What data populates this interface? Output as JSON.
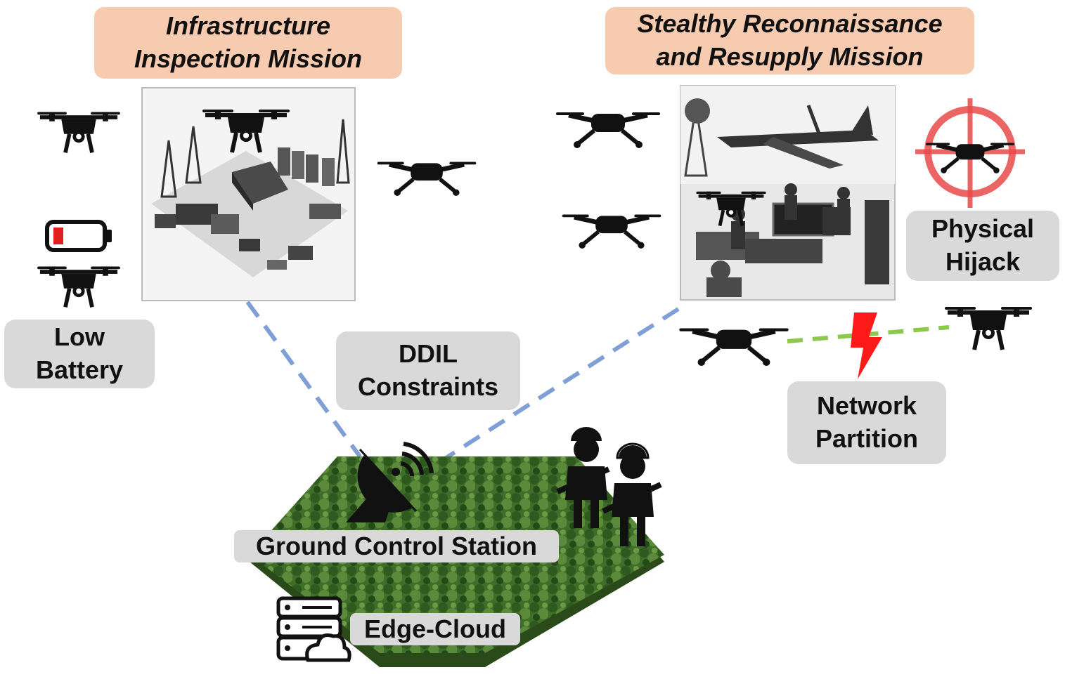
{
  "missions": {
    "infrastructure": {
      "line1": "Infrastructure",
      "line2": "Inspection Mission"
    },
    "stealthy": {
      "line1": "Stealthy Reconnaissance",
      "line2": "and Resupply Mission"
    }
  },
  "threats": {
    "low_battery": {
      "line1": "Low",
      "line2": "Battery"
    },
    "ddil": {
      "line1": "DDIL",
      "line2": "Constraints"
    },
    "physical_hijack": {
      "line1": "Physical",
      "line2": "Hijack"
    },
    "network_partition": {
      "line1": "Network",
      "line2": "Partition"
    }
  },
  "ground": {
    "station_label": "Ground Control Station",
    "edge_cloud_label": "Edge-Cloud"
  },
  "icons": {
    "drone": "drone-icon",
    "battery": "low-battery-icon",
    "crosshair": "crosshair-icon",
    "lightning": "lightning-icon",
    "dish": "satellite-dish-icon",
    "soldiers": "soldiers-icon",
    "server": "server-cloud-icon"
  },
  "colors": {
    "peach_label": "#f7cbb0",
    "grey_label": "#d9d9d9",
    "link_dashed": "#7f9fd6",
    "partition_link": "#8cc94a",
    "hijack_red": "#e84a4a",
    "battery_red": "#e02020",
    "lightning_red": "#ff1a1a",
    "forest_green": "#3f6e2a"
  }
}
